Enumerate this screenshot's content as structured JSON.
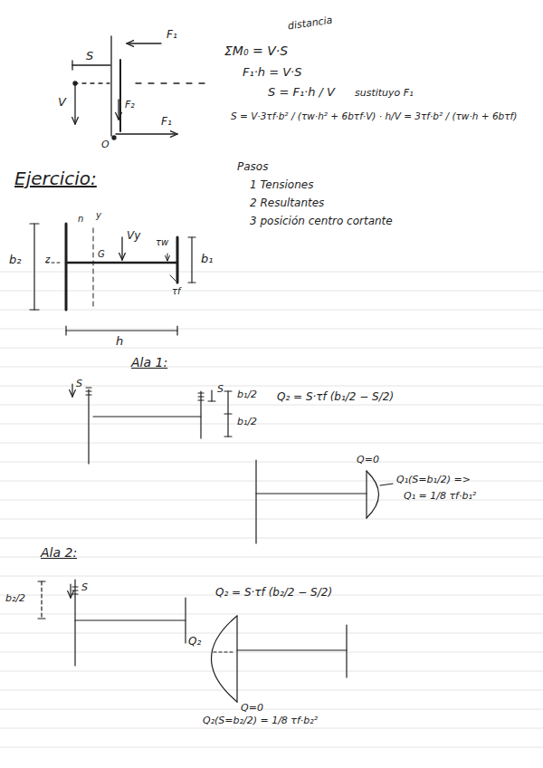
{
  "diagram": {
    "title": "Ejercicio:",
    "labels": [
      "distancia",
      "ΣM₀ = V·S",
      "F₁·h = V·S",
      "S = F₁·h / V",
      "sustituyo F₁",
      "S = V·3τf·b² / (τw·h² + 6bτf·V) · h/V = 3τf·b² / (τw·h + 6bτf)",
      "S",
      "V",
      "F₁",
      "F₂",
      "F₁",
      "O",
      "Pasos",
      "1 Tensiones",
      "2 Resultantes",
      "3 posición centro cortante",
      "b₂",
      "z",
      "n",
      "y",
      "Vy",
      "G",
      "τw",
      "b₁",
      "τf",
      "h",
      "Ala 1:",
      "S",
      "S",
      "b₁/2",
      "b₁/2",
      "Q₂ = S·τf (b₁/2 − S/2)",
      "Q=0",
      "Q₁(S=b₁/2) =>",
      "Q₁ = 1/8 τf·b₁²",
      "Ala 2:",
      "b₂/2",
      "S",
      "Q₂ = S·τf (b₂/2 − S/2)",
      "Q₂",
      "Q=0",
      "Q₂(S=b₂/2) = 1/8 τf·b₂²"
    ]
  }
}
